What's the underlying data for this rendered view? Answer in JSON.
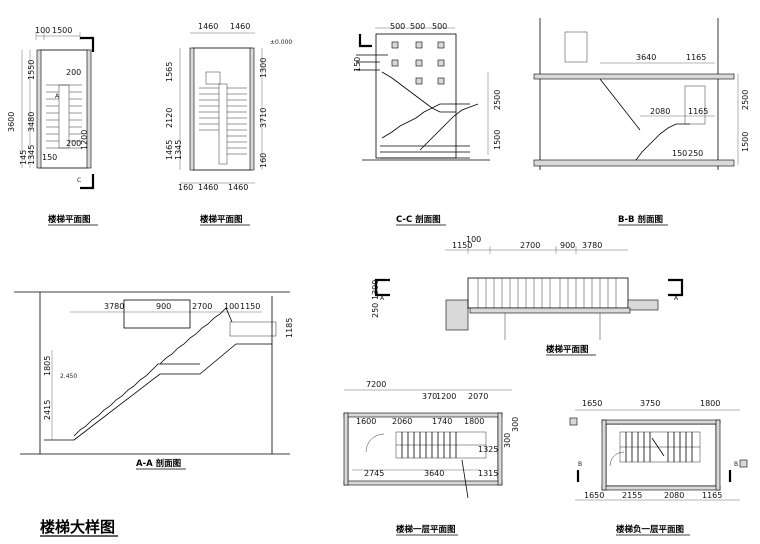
{
  "sheet_title": "楼梯大样图",
  "captions": {
    "plan1": "楼梯平面图",
    "plan2": "楼梯平面图",
    "cc": "C-C 剖面图",
    "bb": "B-B 剖面图",
    "plan3": "楼梯平面图",
    "aa": "A-A 剖面图",
    "ground": "楼梯一层平面图",
    "basement": "楼梯负一层平面图"
  },
  "plan1": {
    "top": [
      "100",
      "1500"
    ],
    "left": [
      "1550",
      "3480",
      "3600",
      "145",
      "1345"
    ],
    "inner": [
      "200",
      "200",
      "1200",
      "150"
    ],
    "marks": [
      "A",
      "C"
    ]
  },
  "plan2": {
    "top": [
      "1460",
      "1460"
    ],
    "bottom": [
      "160",
      "1460",
      "1460"
    ],
    "left": [
      "1565",
      "2120",
      "1465",
      "1345"
    ],
    "right": [
      "1300",
      "3710",
      "160"
    ],
    "note": "±0.000"
  },
  "cc": {
    "top": [
      "500",
      "500",
      "500"
    ],
    "right": [
      "2500",
      "1500"
    ],
    "left": [
      "150"
    ]
  },
  "bb": {
    "dims": [
      "3640",
      "1165",
      "2080",
      "1165",
      "150",
      "250"
    ],
    "right": [
      "2500",
      "1500"
    ]
  },
  "plan3": {
    "top": [
      "100",
      "1150",
      "2700",
      "900",
      "3780"
    ],
    "left": [
      "250",
      "1300"
    ],
    "marks": [
      "A",
      "A"
    ]
  },
  "aa": {
    "top": [
      "3780",
      "900",
      "2700",
      "100",
      "1150"
    ],
    "left": [
      "1805",
      "2415"
    ],
    "right": [
      "1185"
    ],
    "level": "2.450"
  },
  "ground": {
    "top": [
      "7200",
      "370",
      "1200",
      "2070"
    ],
    "row": [
      "1600",
      "2060",
      "1740",
      "1800"
    ],
    "right": [
      "1325",
      "1315",
      "300",
      "300"
    ],
    "bottom": [
      "2745",
      "3640"
    ]
  },
  "basement": {
    "top": [
      "1650",
      "3750",
      "1800"
    ],
    "bottom": [
      "1650",
      "2155",
      "2080",
      "1165"
    ],
    "marks": [
      "B",
      "B"
    ]
  }
}
